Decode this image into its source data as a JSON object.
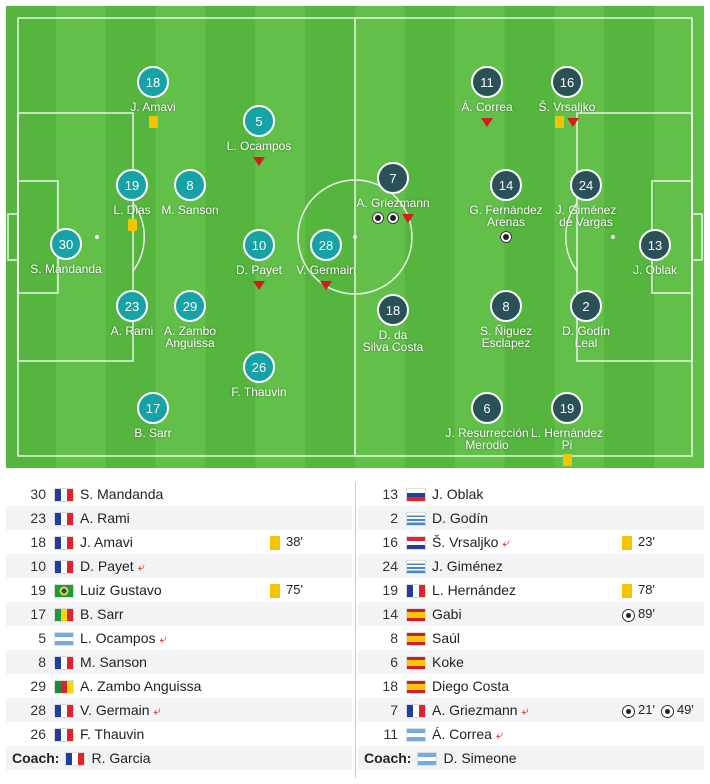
{
  "colors": {
    "home_circle": "#17a2a5",
    "away_circle": "#2a5157",
    "pitch_dark": "#55b53e",
    "pitch_light": "#62c04a",
    "yellow_card": "#f2c500",
    "sub_arrow": "#d31d1d"
  },
  "pitch": {
    "home": [
      {
        "number": "30",
        "name": "S. Mandanda",
        "marks": []
      },
      {
        "number": "18",
        "name": "J. Amavi",
        "marks": [
          "yellow-card"
        ]
      },
      {
        "number": "19",
        "name": "L. Dias",
        "marks": [
          "yellow-card"
        ]
      },
      {
        "number": "23",
        "name": "A. Rami",
        "marks": []
      },
      {
        "number": "17",
        "name": "B. Sarr",
        "marks": []
      },
      {
        "number": "8",
        "name": "M. Sanson",
        "marks": []
      },
      {
        "number": "29",
        "name": "A. Zambo\nAnguissa",
        "marks": []
      },
      {
        "number": "5",
        "name": "L. Ocampos",
        "marks": [
          "sub-arrow"
        ]
      },
      {
        "number": "10",
        "name": "D. Payet",
        "marks": [
          "sub-arrow"
        ]
      },
      {
        "number": "26",
        "name": "F. Thauvin",
        "marks": []
      },
      {
        "number": "28",
        "name": "V. Germain",
        "marks": [
          "sub-arrow"
        ]
      }
    ],
    "away": [
      {
        "number": "7",
        "name": "A. Griezmann",
        "marks": [
          "ball",
          "ball",
          "sub-arrow"
        ]
      },
      {
        "number": "18",
        "name": "D. da\nSilva Costa",
        "marks": []
      },
      {
        "number": "11",
        "name": "Á. Correa",
        "marks": [
          "sub-arrow"
        ]
      },
      {
        "number": "14",
        "name": "G. Fernández\nArenas",
        "marks": [
          "ball"
        ]
      },
      {
        "number": "8",
        "name": "S. Ñiguez\nEsclapez",
        "marks": []
      },
      {
        "number": "6",
        "name": "J. Resurrección\nMerodio",
        "marks": []
      },
      {
        "number": "16",
        "name": "Š. Vrsaljko",
        "marks": [
          "yellow-card",
          "sub-arrow"
        ]
      },
      {
        "number": "24",
        "name": "J. Giménez\nde Vargas",
        "marks": []
      },
      {
        "number": "2",
        "name": "D. Godín\nLeal",
        "marks": []
      },
      {
        "number": "19",
        "name": "L. Hernández\nPi",
        "marks": [
          "yellow-card"
        ]
      },
      {
        "number": "13",
        "name": "J. Oblak",
        "marks": []
      }
    ]
  },
  "lists": {
    "home": [
      {
        "num": "30",
        "flag": "france-flag",
        "name": "S. Mandanda",
        "sub": false,
        "events": []
      },
      {
        "num": "23",
        "flag": "france-flag",
        "name": "A. Rami",
        "sub": false,
        "events": []
      },
      {
        "num": "18",
        "flag": "france-flag",
        "name": "J. Amavi",
        "sub": false,
        "events": [
          {
            "type": "yellow",
            "minute": "38'"
          }
        ]
      },
      {
        "num": "10",
        "flag": "france-flag",
        "name": "D. Payet",
        "sub": true,
        "events": []
      },
      {
        "num": "19",
        "flag": "brazil-flag",
        "name": "Luiz Gustavo",
        "sub": false,
        "events": [
          {
            "type": "yellow",
            "minute": "75'"
          }
        ]
      },
      {
        "num": "17",
        "flag": "senegal-flag",
        "name": "B. Sarr",
        "sub": false,
        "events": []
      },
      {
        "num": "5",
        "flag": "argentina-flag",
        "name": "L. Ocampos",
        "sub": true,
        "events": []
      },
      {
        "num": "8",
        "flag": "france-flag",
        "name": "M. Sanson",
        "sub": false,
        "events": []
      },
      {
        "num": "29",
        "flag": "cameroon-flag",
        "name": "A. Zambo Anguissa",
        "sub": false,
        "events": []
      },
      {
        "num": "28",
        "flag": "france-flag",
        "name": "V. Germain",
        "sub": true,
        "events": []
      },
      {
        "num": "26",
        "flag": "france-flag",
        "name": "F. Thauvin",
        "sub": false,
        "events": []
      }
    ],
    "away": [
      {
        "num": "13",
        "flag": "slovenia-flag",
        "name": "J. Oblak",
        "sub": false,
        "events": []
      },
      {
        "num": "2",
        "flag": "uruguay-flag",
        "name": "D. Godín",
        "sub": false,
        "events": []
      },
      {
        "num": "16",
        "flag": "croatia-flag",
        "name": "Š. Vrsaljko",
        "sub": true,
        "events": [
          {
            "type": "yellow",
            "minute": "23'"
          }
        ]
      },
      {
        "num": "24",
        "flag": "uruguay-flag",
        "name": "J. Giménez",
        "sub": false,
        "events": []
      },
      {
        "num": "19",
        "flag": "france-flag",
        "name": "L. Hernández",
        "sub": false,
        "events": [
          {
            "type": "yellow",
            "minute": "78'"
          }
        ]
      },
      {
        "num": "14",
        "flag": "spain-flag",
        "name": "Gabi",
        "sub": false,
        "events": [
          {
            "type": "goal",
            "minute": "89'"
          }
        ]
      },
      {
        "num": "8",
        "flag": "spain-flag",
        "name": "Saúl",
        "sub": false,
        "events": []
      },
      {
        "num": "6",
        "flag": "spain-flag",
        "name": "Koke",
        "sub": false,
        "events": []
      },
      {
        "num": "18",
        "flag": "spain-flag",
        "name": "Diego Costa",
        "sub": false,
        "events": []
      },
      {
        "num": "7",
        "flag": "france-flag",
        "name": "A. Griezmann",
        "sub": true,
        "events": [
          {
            "type": "goal",
            "minute": "21'"
          },
          {
            "type": "goal",
            "minute": "49'"
          }
        ]
      },
      {
        "num": "11",
        "flag": "argentina-flag",
        "name": "Á. Correa",
        "sub": true,
        "events": []
      }
    ]
  },
  "coaches": {
    "label": "Coach:",
    "home": {
      "flag": "france-flag",
      "name": "R. Garcia"
    },
    "away": {
      "flag": "argentina-flag",
      "name": "D. Simeone"
    }
  }
}
